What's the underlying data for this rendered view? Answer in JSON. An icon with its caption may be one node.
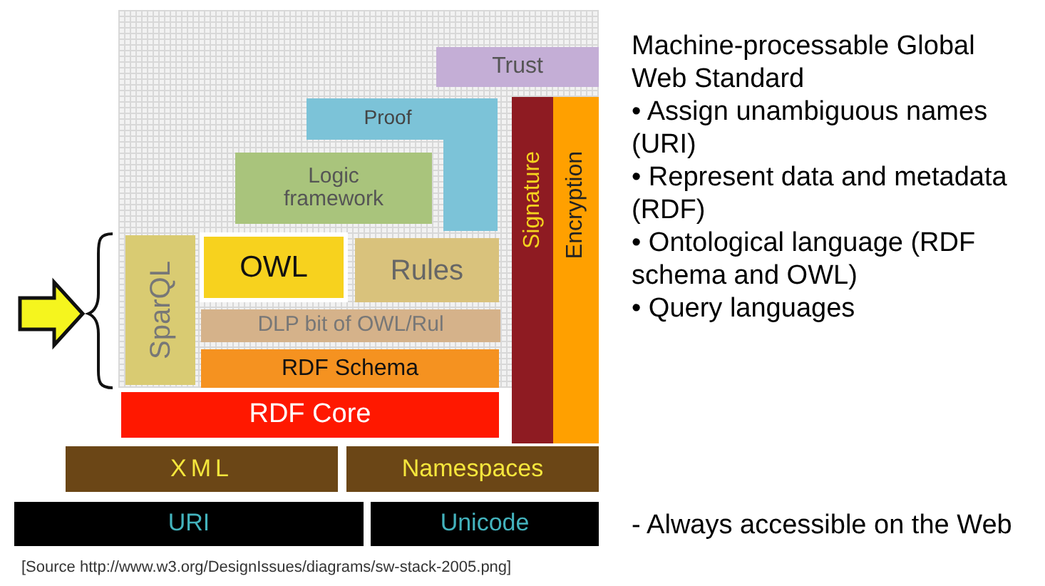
{
  "diagram": {
    "nodes": [
      {
        "text": [
          "Trust"
        ]
      },
      {
        "text": [
          "Proof"
        ]
      },
      {
        "text": [
          "Logic framework"
        ]
      },
      {
        "text": [
          "SparQL"
        ]
      },
      {
        "text": [
          "OWL"
        ]
      },
      {
        "text": [
          "Rules"
        ]
      },
      {
        "text": [
          "DLP bit of OWL/Rul"
        ]
      },
      {
        "text": [
          "RDF Schema"
        ]
      },
      {
        "text": [
          "RDF Core"
        ]
      },
      {
        "text": [
          "Signature"
        ]
      },
      {
        "text": [
          "Encryption"
        ]
      },
      {
        "text": [
          "XML"
        ]
      },
      {
        "text": [
          "Namespaces"
        ]
      },
      {
        "text": [
          "URI"
        ]
      },
      {
        "text": [
          "Unicode"
        ]
      }
    ],
    "edges": [],
    "labels": [
      "Machine-processable Global Web Standard",
      "• Assign unambiguous names (URI)",
      "• Represent data and metadata (RDF)",
      "• Ontological language (RDF schema and OWL)",
      "• Query languages",
      "- Always accessible on the Web",
      "[Source http://www.w3.org/DesignIssues/diagrams/sw-stack-2005.png]"
    ]
  }
}
